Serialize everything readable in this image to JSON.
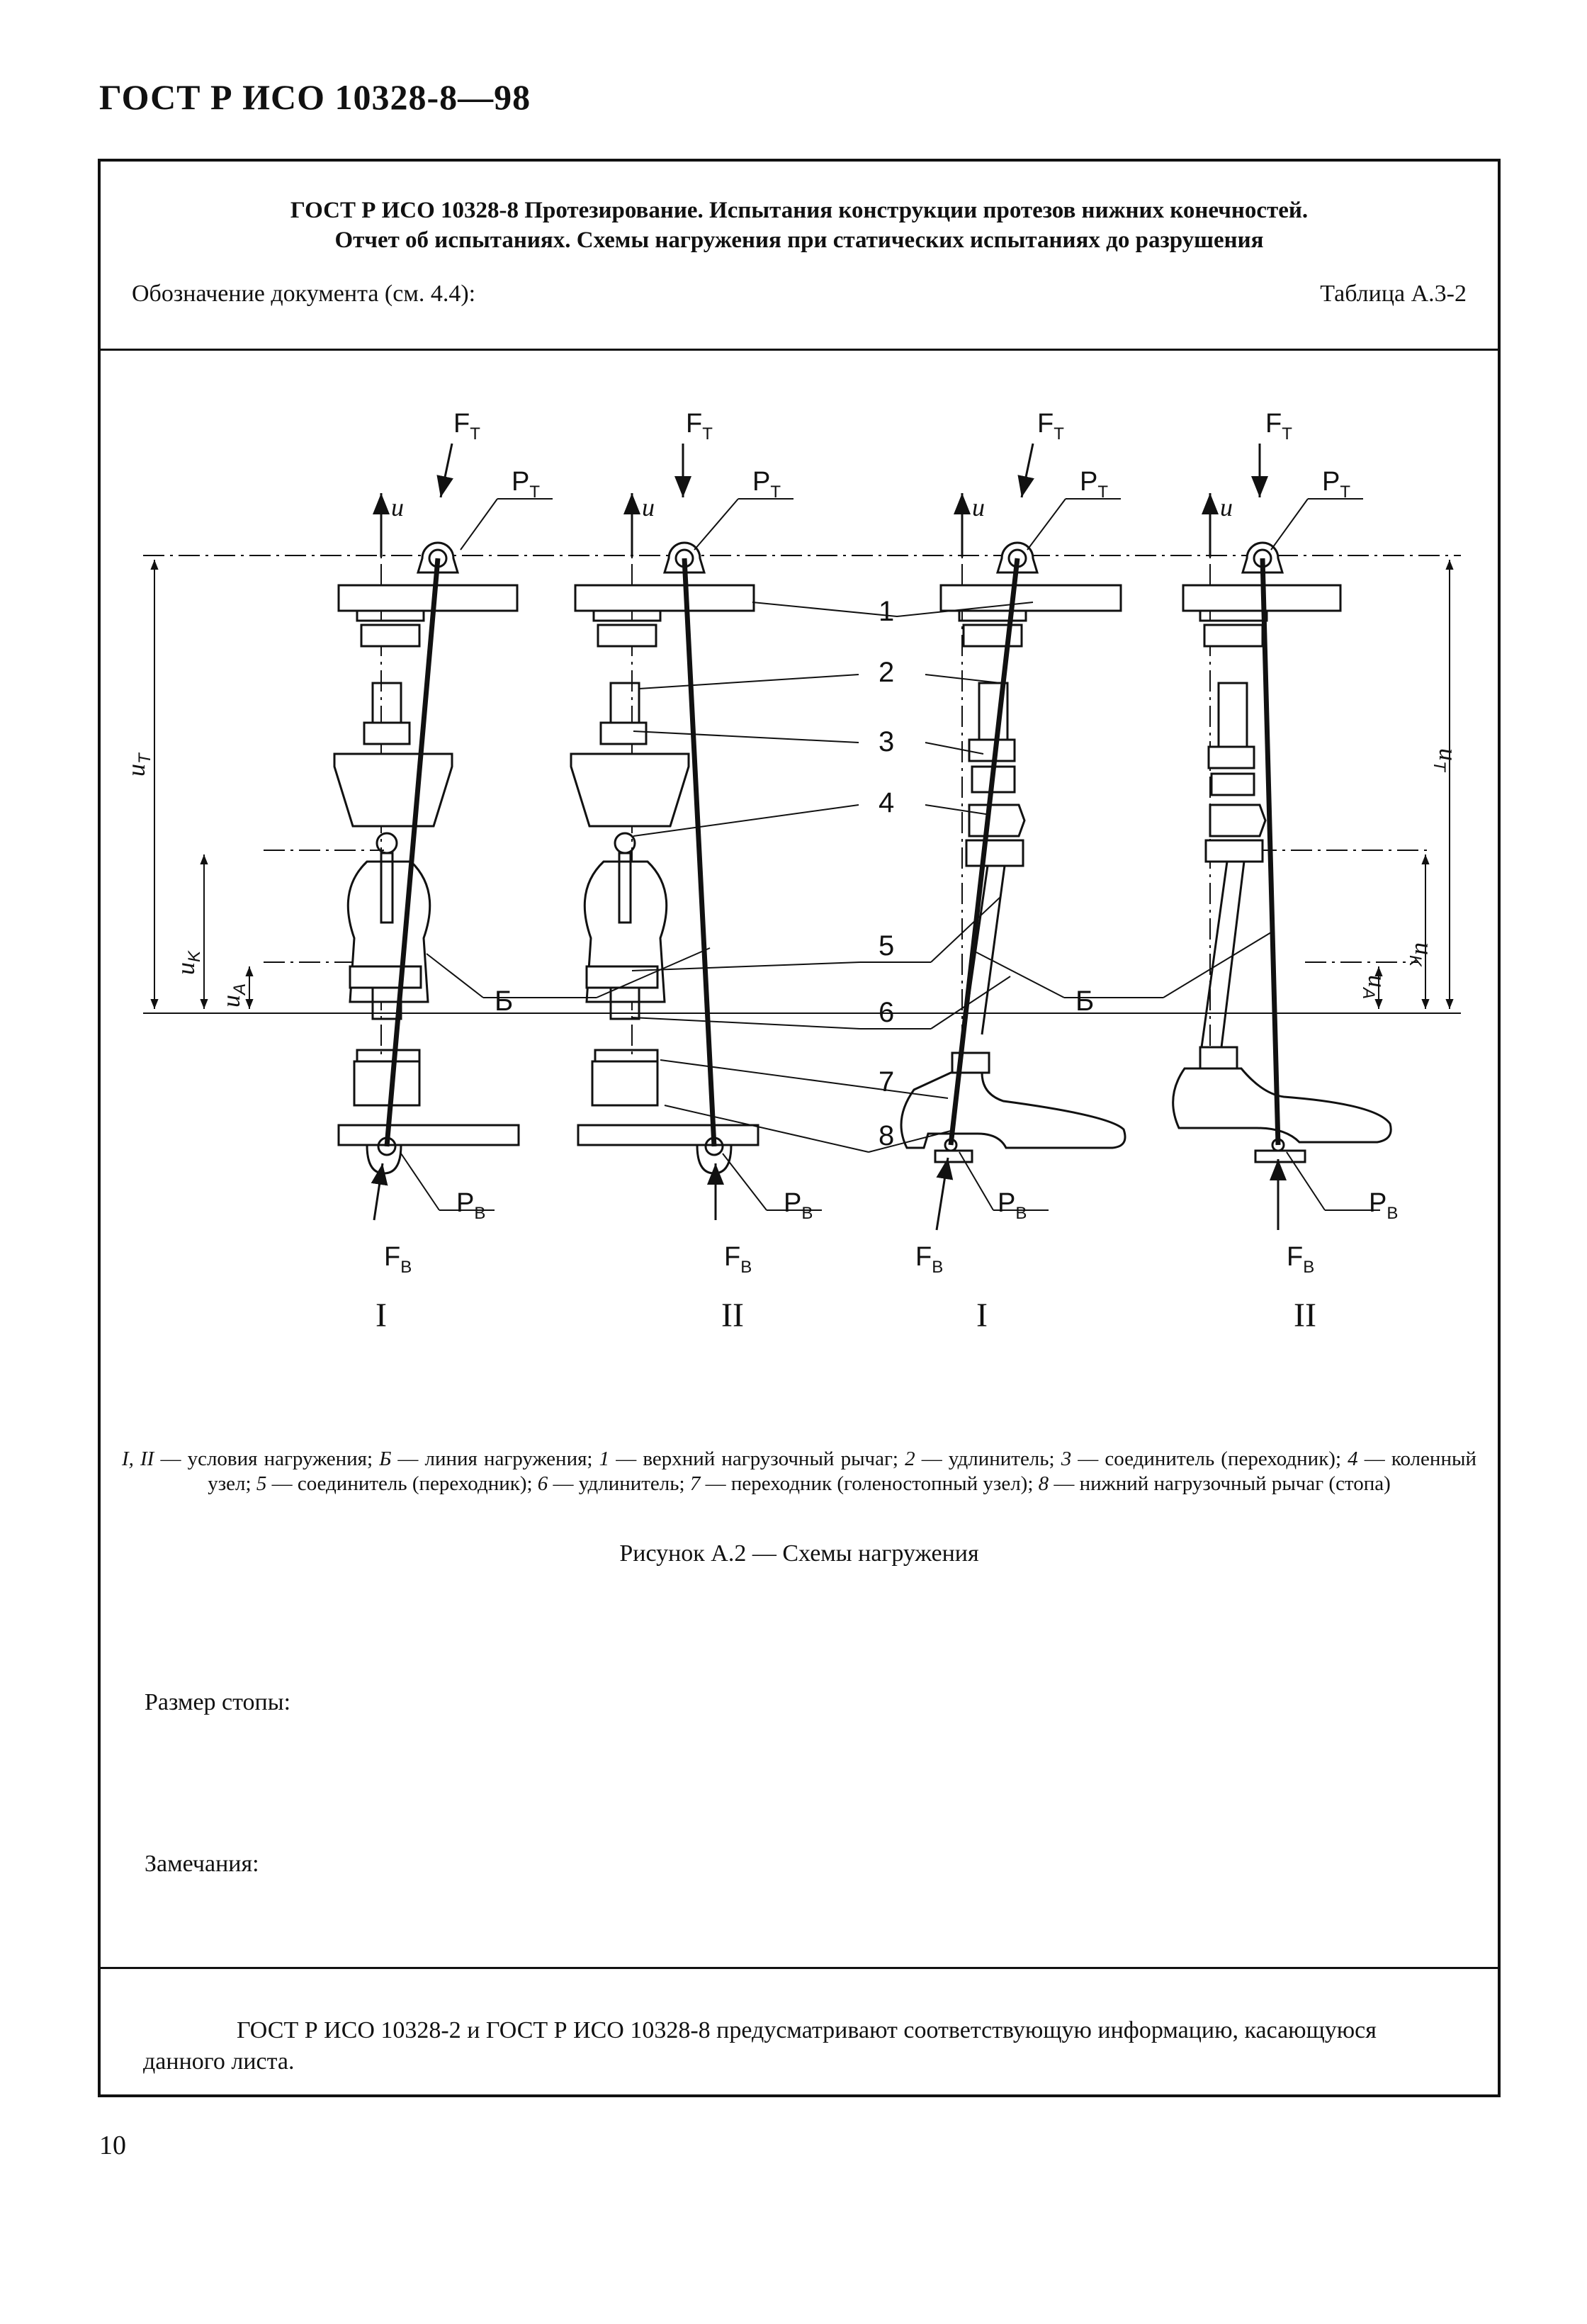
{
  "page_header": "ГОСТ Р ИСО 10328-8—98",
  "form": {
    "title_line1": "ГОСТ Р ИСО 10328-8 Протезирование. Испытания конструкции протезов нижних конечностей.",
    "title_line2": "Отчет об испытаниях. Схемы нагружения при статических испытаниях до разрушения",
    "doc_designation": "Обозначение документа (см. 4.4):",
    "table_ref": "Таблица А.3-2"
  },
  "figure": {
    "labels": {
      "ft": "F",
      "ft_sub": "T",
      "pt": "P",
      "pt_sub": "T",
      "pb": "P",
      "pb_sub": "B",
      "fb": "F",
      "fb_sub": "B",
      "u": "u",
      "ut": "u",
      "ut_sub": "T",
      "uk": "u",
      "uk_sub": "K",
      "ua": "u",
      "ua_sub": "A",
      "line_b": "Б"
    },
    "part_numbers": [
      "1",
      "2",
      "3",
      "4",
      "5",
      "6",
      "7",
      "8"
    ],
    "conditions": [
      "I",
      "II",
      "I",
      "II"
    ],
    "legend": {
      "cond_roman": "I, II",
      "cond_text": " — условия нагружения; ",
      "b_letter": "Б",
      "b_text": " — линия нагружения; ",
      "items": [
        {
          "n": "1",
          "t": " — верхний нагрузочный рычаг; "
        },
        {
          "n": "2",
          "t": " — удлинитель; "
        },
        {
          "n": "3",
          "t": " — соединитель (переходник); "
        },
        {
          "n": "4",
          "t": " — коленный узел; "
        },
        {
          "n": "5",
          "t": " — соединитель (переходник); "
        },
        {
          "n": "6",
          "t": " — удлинитель; "
        },
        {
          "n": "7",
          "t": " — переходник (голеностопный узел); "
        },
        {
          "n": "8",
          "t": " — нижний нагрузочный рычаг (стопа)"
        }
      ]
    },
    "caption": "Рисунок А.2 — Схемы нагружения"
  },
  "fields": {
    "foot_size": "Размер стопы:",
    "remarks": "Замечания:"
  },
  "footer_note": "ГОСТ Р ИСО 10328-2 и ГОСТ Р ИСО 10328-8 предусматривают соответствующую информацию, касающуюся данного листа.",
  "page_number": "10"
}
